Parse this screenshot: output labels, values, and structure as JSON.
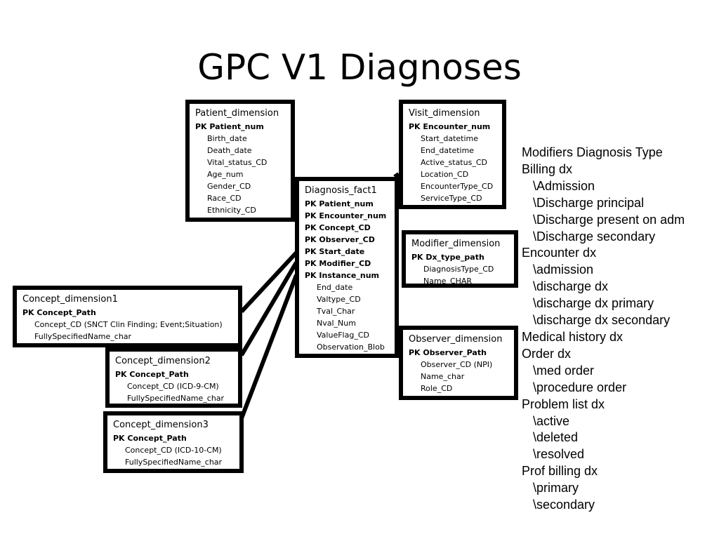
{
  "title": "GPC V1 Diagnoses",
  "patient_dimension": {
    "name": "Patient_dimension",
    "pk": [
      "PK Patient_num"
    ],
    "attributes": [
      "Birth_date",
      "Death_date",
      "Vital_status_CD",
      "Age_num",
      "Gender_CD",
      "Race_CD",
      "Ethnicity_CD"
    ]
  },
  "visit_dimension": {
    "name": "Visit_dimension",
    "pk": [
      "PK Encounter_num"
    ],
    "attributes": [
      "Start_datetime",
      "End_datetime",
      "Active_status_CD",
      "Location_CD",
      "EncounterType_CD",
      "ServiceType_CD"
    ]
  },
  "diagnosis_fact": {
    "name": "Diagnosis_fact1",
    "pk": [
      "PK Patient_num",
      "PK Encounter_num",
      "PK Concept_CD",
      "PK Observer_CD",
      "PK Start_date",
      "PK Modifier_CD",
      "PK Instance_num"
    ],
    "attributes": [
      "End_date",
      "Valtype_CD",
      "Tval_Char",
      "Nval_Num",
      "ValueFlag_CD",
      "Observation_Blob"
    ]
  },
  "modifier_dimension": {
    "name": "Modifier_dimension",
    "pk": [
      "PK Dx_type_path"
    ],
    "attributes": [
      "DiagnosisType_CD",
      "Name_CHAR"
    ]
  },
  "observer_dimension": {
    "name": "Observer_dimension",
    "pk": [
      "PK Observer_Path"
    ],
    "attributes": [
      "Observer_CD (NPI)",
      "Name_char",
      "Role_CD"
    ]
  },
  "concept_dimension1": {
    "name": "Concept_dimension1",
    "pk": [
      "PK Concept_Path"
    ],
    "attributes": [
      "Concept_CD (SNCT Clin Finding; Event;Situation)",
      "FullySpecifiedName_char"
    ]
  },
  "concept_dimension2": {
    "name": "Concept_dimension2",
    "pk": [
      "PK Concept_Path"
    ],
    "attributes": [
      "Concept_CD (ICD-9-CM)",
      "FullySpecifiedName_char"
    ]
  },
  "concept_dimension3": {
    "name": "Concept_dimension3",
    "pk": [
      "PK Concept_Path"
    ],
    "attributes": [
      "Concept_CD (ICD-10-CM)",
      "FullySpecifiedName_char"
    ]
  },
  "modifiers_list": {
    "heading": "Modifiers Diagnosis Type",
    "groups": [
      {
        "label": "Billing dx",
        "items": [
          "\\Admission",
          "\\Discharge principal",
          "\\Discharge present on adm",
          "\\Discharge secondary"
        ]
      },
      {
        "label": "Encounter dx",
        "items": [
          "\\admission",
          "\\discharge dx",
          "\\discharge dx primary",
          "\\discharge dx secondary"
        ]
      },
      {
        "label": "Medical history dx",
        "items": []
      },
      {
        "label": "Order dx",
        "items": [
          "\\med order",
          "\\procedure order"
        ]
      },
      {
        "label": "Problem list dx",
        "items": [
          "\\active",
          "\\deleted",
          "\\resolved"
        ]
      },
      {
        "label": "Prof billing dx",
        "items": [
          "\\primary",
          "\\secondary"
        ]
      }
    ]
  }
}
